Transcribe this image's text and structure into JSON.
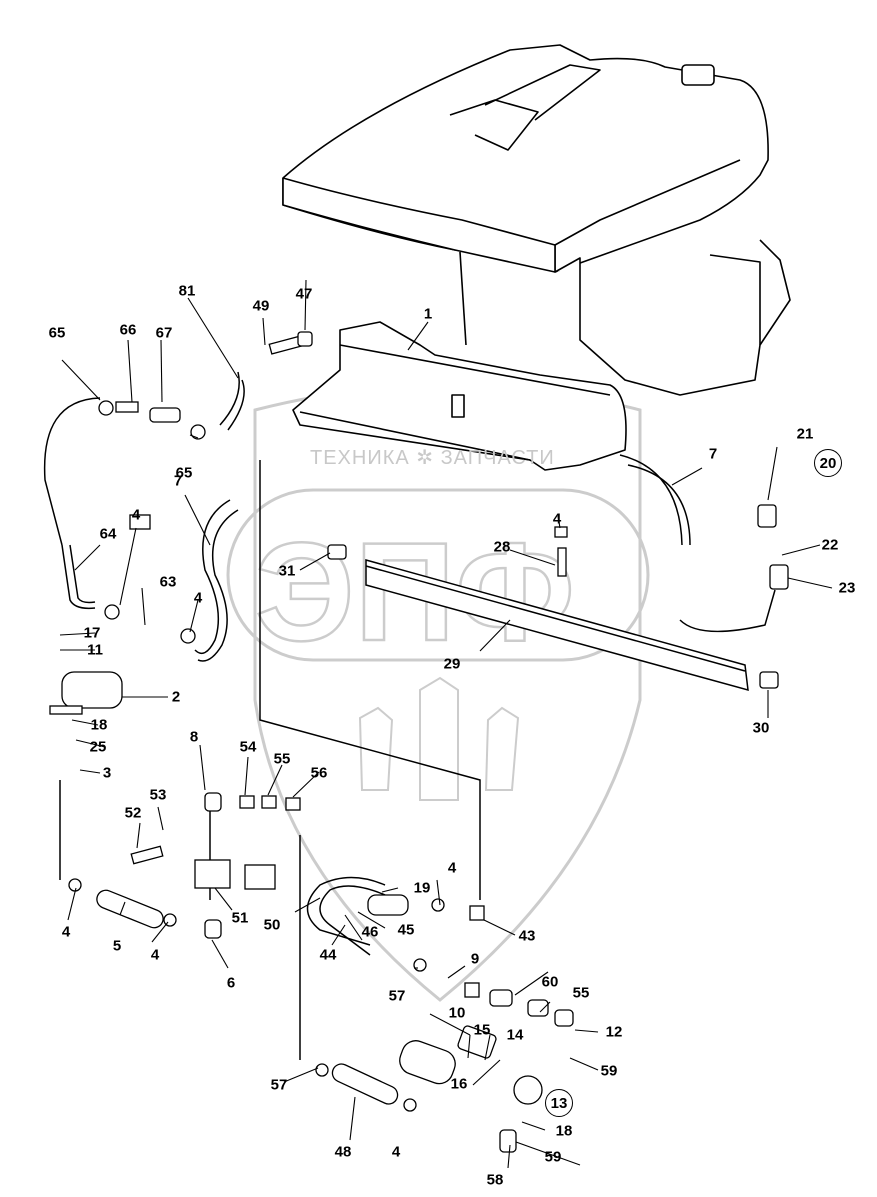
{
  "diagram": {
    "title": "",
    "type": "exploded-parts-diagram",
    "subject": "Fuel tank and fuel line assembly",
    "watermark": {
      "logo_letters": "ЭПФ",
      "text": "ТЕХНИКА ✲ ЗАПЧАСТИ",
      "color": "#c8c8c8"
    },
    "line_color": "#000000",
    "callouts": [
      {
        "id": "c1",
        "label": "1"
      },
      {
        "id": "c2",
        "label": "2"
      },
      {
        "id": "c3",
        "label": "3"
      },
      {
        "id": "c4a",
        "label": "4"
      },
      {
        "id": "c4b",
        "label": "4"
      },
      {
        "id": "c4c",
        "label": "4"
      },
      {
        "id": "c4d",
        "label": "4"
      },
      {
        "id": "c4e",
        "label": "4"
      },
      {
        "id": "c4f",
        "label": "4"
      },
      {
        "id": "c4g",
        "label": "4"
      },
      {
        "id": "c5",
        "label": "5"
      },
      {
        "id": "c6",
        "label": "6"
      },
      {
        "id": "c7a",
        "label": "7"
      },
      {
        "id": "c7b",
        "label": "7"
      },
      {
        "id": "c8",
        "label": "8"
      },
      {
        "id": "c9",
        "label": "9"
      },
      {
        "id": "c10",
        "label": "10"
      },
      {
        "id": "c11",
        "label": "11"
      },
      {
        "id": "c12",
        "label": "12"
      },
      {
        "id": "c13",
        "label": "13",
        "circled": true
      },
      {
        "id": "c14",
        "label": "14"
      },
      {
        "id": "c15",
        "label": "15"
      },
      {
        "id": "c16",
        "label": "16"
      },
      {
        "id": "c17",
        "label": "17"
      },
      {
        "id": "c18a",
        "label": "18"
      },
      {
        "id": "c18b",
        "label": "18"
      },
      {
        "id": "c19",
        "label": "19"
      },
      {
        "id": "c20",
        "label": "20",
        "circled": true
      },
      {
        "id": "c21",
        "label": "21"
      },
      {
        "id": "c22",
        "label": "22"
      },
      {
        "id": "c23",
        "label": "23"
      },
      {
        "id": "c25",
        "label": "25"
      },
      {
        "id": "c28",
        "label": "28"
      },
      {
        "id": "c29",
        "label": "29"
      },
      {
        "id": "c30",
        "label": "30"
      },
      {
        "id": "c31",
        "label": "31"
      },
      {
        "id": "c43",
        "label": "43"
      },
      {
        "id": "c44",
        "label": "44"
      },
      {
        "id": "c45",
        "label": "45"
      },
      {
        "id": "c46",
        "label": "46"
      },
      {
        "id": "c47",
        "label": "47"
      },
      {
        "id": "c48",
        "label": "48"
      },
      {
        "id": "c49",
        "label": "49"
      },
      {
        "id": "c50",
        "label": "50"
      },
      {
        "id": "c51",
        "label": "51"
      },
      {
        "id": "c52",
        "label": "52"
      },
      {
        "id": "c53",
        "label": "53"
      },
      {
        "id": "c54",
        "label": "54"
      },
      {
        "id": "c55a",
        "label": "55"
      },
      {
        "id": "c55b",
        "label": "55"
      },
      {
        "id": "c56",
        "label": "56"
      },
      {
        "id": "c57a",
        "label": "57"
      },
      {
        "id": "c57b",
        "label": "57"
      },
      {
        "id": "c58",
        "label": "58"
      },
      {
        "id": "c59a",
        "label": "59"
      },
      {
        "id": "c59b",
        "label": "59"
      },
      {
        "id": "c60",
        "label": "60"
      },
      {
        "id": "c63",
        "label": "63"
      },
      {
        "id": "c64",
        "label": "64"
      },
      {
        "id": "c65a",
        "label": "65"
      },
      {
        "id": "c65b",
        "label": "65"
      },
      {
        "id": "c66",
        "label": "66"
      },
      {
        "id": "c67",
        "label": "67"
      },
      {
        "id": "c81",
        "label": "81"
      }
    ]
  }
}
